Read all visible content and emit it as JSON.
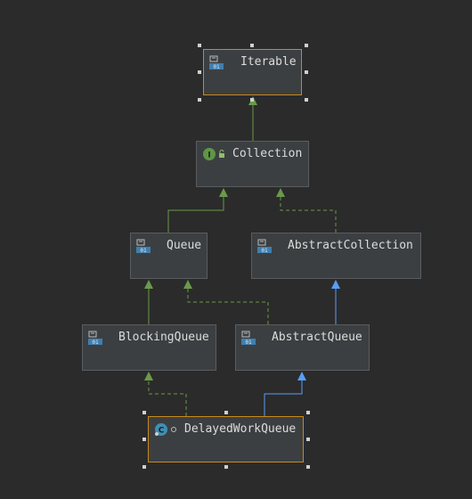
{
  "nodes": [
    {
      "id": "iterable",
      "label": "Iterable",
      "kind": "interface-lib",
      "selected": true
    },
    {
      "id": "collection",
      "label": "Collection",
      "kind": "interface",
      "selected": false
    },
    {
      "id": "queue",
      "label": "Queue",
      "kind": "interface-lib",
      "selected": false
    },
    {
      "id": "abstract-collection",
      "label": "AbstractCollection",
      "kind": "class-lib",
      "selected": false
    },
    {
      "id": "blocking-queue",
      "label": "BlockingQueue",
      "kind": "interface-lib",
      "selected": false
    },
    {
      "id": "abstract-queue",
      "label": "AbstractQueue",
      "kind": "class-lib",
      "selected": false
    },
    {
      "id": "delayed-work-queue",
      "label": "DelayedWorkQueue",
      "kind": "class",
      "selected": true
    }
  ],
  "edges": [
    {
      "from": "collection",
      "to": "iterable",
      "relation": "extends"
    },
    {
      "from": "queue",
      "to": "collection",
      "relation": "extends"
    },
    {
      "from": "abstract-collection",
      "to": "collection",
      "relation": "implements"
    },
    {
      "from": "blocking-queue",
      "to": "queue",
      "relation": "extends"
    },
    {
      "from": "abstract-queue",
      "to": "queue",
      "relation": "implements"
    },
    {
      "from": "abstract-queue",
      "to": "abstract-collection",
      "relation": "extends-class"
    },
    {
      "from": "delayed-work-queue",
      "to": "blocking-queue",
      "relation": "implements"
    },
    {
      "from": "delayed-work-queue",
      "to": "abstract-queue",
      "relation": "extends-class"
    }
  ],
  "colors": {
    "background": "#2b2b2b",
    "node_fill": "#3c3f41",
    "node_border": "#5a5d5f",
    "selected_border": "#c78a1a",
    "interface_edge": "#6a9a4a",
    "class_edge": "#589df6",
    "text": "#dcdcdc"
  }
}
